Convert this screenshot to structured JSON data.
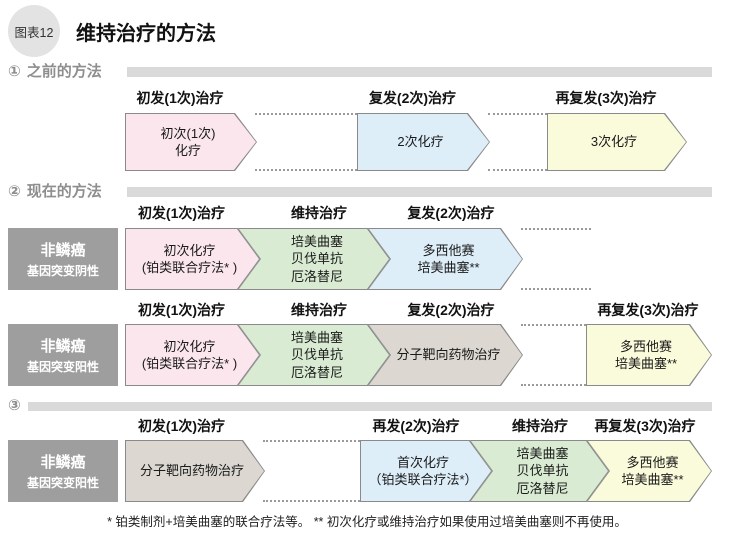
{
  "header": {
    "badge": "图表12",
    "title": "维持治疗的方法"
  },
  "sections": [
    {
      "number": "①",
      "label": "之前的方法"
    },
    {
      "number": "②",
      "label": "现在的方法"
    },
    {
      "number": "③",
      "label": ""
    }
  ],
  "rows": [
    {
      "labels": [
        "初发(1次)治疗",
        "复发(2次)治疗",
        "再复发(3次)治疗"
      ],
      "boxes": [
        {
          "lines": [
            "初次(1次)",
            "化疗"
          ]
        },
        {
          "lines": [
            "2次化疗"
          ]
        },
        {
          "lines": [
            "3次化疗"
          ]
        }
      ]
    },
    {
      "side": {
        "line1": "非鳞癌",
        "line2": "基因突变阴性"
      },
      "labels": [
        "初发(1次)治疗",
        "维持治疗",
        "复发(2次)治疗"
      ],
      "boxes": [
        {
          "lines": [
            "初次化疗",
            "(铂类联合疗法* )"
          ]
        },
        {
          "lines": [
            "培美曲塞",
            "贝伐单抗",
            "厄洛替尼"
          ]
        },
        {
          "lines": [
            "多西他赛",
            "培美曲塞**"
          ]
        }
      ]
    },
    {
      "side": {
        "line1": "非鳞癌",
        "line2": "基因突变阳性"
      },
      "labels": [
        "初发(1次)治疗",
        "维持治疗",
        "复发(2次)治疗",
        "再复发(3次)治疗"
      ],
      "boxes": [
        {
          "lines": [
            "初次化疗",
            "(铂类联合疗法* )"
          ]
        },
        {
          "lines": [
            "培美曲塞",
            "贝伐单抗",
            "厄洛替尼"
          ]
        },
        {
          "lines": [
            "分子靶向药物治疗"
          ]
        },
        {
          "lines": [
            "多西他赛",
            "培美曲塞**"
          ]
        }
      ]
    },
    {
      "side": {
        "line1": "非鳞癌",
        "line2": "基因突变阳性"
      },
      "labels": [
        "初发(1次)治疗",
        "再发(2次)治疗",
        "维持治疗",
        "再复发(3次)治疗"
      ],
      "boxes": [
        {
          "lines": [
            "分子靶向药物治疗"
          ]
        },
        {
          "lines": [
            "首次化疗",
            "（铂类联合疗法*）"
          ]
        },
        {
          "lines": [
            "培美曲塞",
            "贝伐单抗",
            "厄洛替尼"
          ]
        },
        {
          "lines": [
            "多西他赛",
            "培美曲塞**"
          ]
        }
      ]
    }
  ],
  "footnote": "* 铂类制剂+培美曲塞的联合疗法等。 ** 初次化疗或维持治疗如果使用过培美曲塞则不再使用。",
  "colors": {
    "chemo_pink": "#fbe6ee",
    "chemo_blue": "#ddeef8",
    "chemo_yellow": "#fafbda",
    "maintenance_green": "#d9ecd3",
    "targeted_tan": "#dcd8d1",
    "side_label_gray": "#9e9e9e",
    "section_bar_gray": "#d9d9d9"
  }
}
